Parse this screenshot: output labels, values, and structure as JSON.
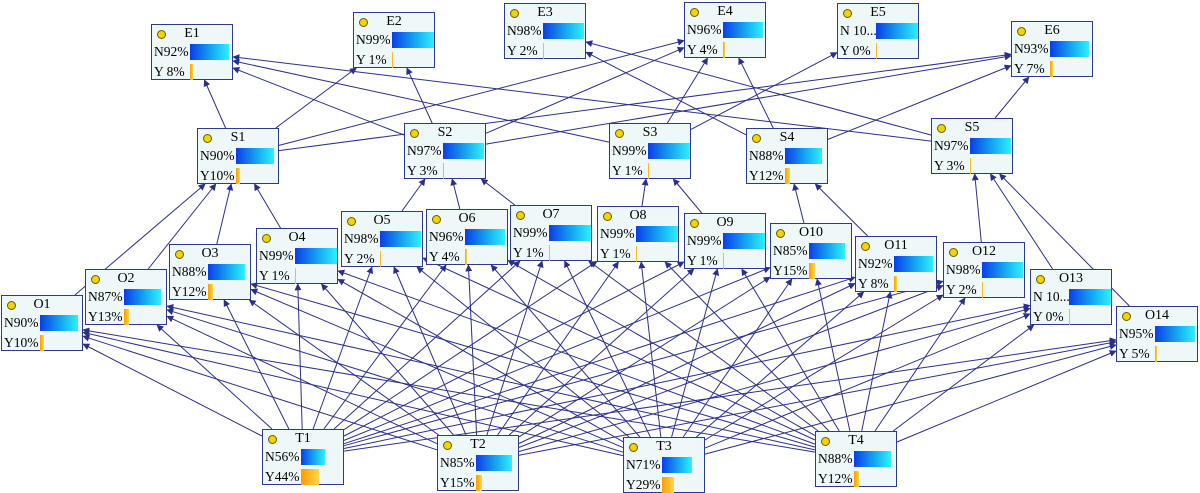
{
  "nodes": [
    {
      "id": "E1",
      "n_label": "N92%",
      "y_label": "Y  8%",
      "n": 0.92,
      "y": 0.08
    },
    {
      "id": "E2",
      "n_label": "N99%",
      "y_label": "Y  1%",
      "n": 0.99,
      "y": 0.01
    },
    {
      "id": "E3",
      "n_label": "N98%",
      "y_label": "Y  2%",
      "n": 0.98,
      "y": 0.02
    },
    {
      "id": "E4",
      "n_label": "N96%",
      "y_label": "Y  4%",
      "n": 0.96,
      "y": 0.04
    },
    {
      "id": "E5",
      "n_label": "N 10...",
      "y_label": "Y  0%",
      "n": 1.0,
      "y": 0.0
    },
    {
      "id": "E6",
      "n_label": "N93%",
      "y_label": "Y  7%",
      "n": 0.93,
      "y": 0.07
    },
    {
      "id": "S1",
      "n_label": "N90%",
      "y_label": "Y10%",
      "n": 0.9,
      "y": 0.1
    },
    {
      "id": "S2",
      "n_label": "N97%",
      "y_label": "Y  3%",
      "n": 0.97,
      "y": 0.03
    },
    {
      "id": "S3",
      "n_label": "N99%",
      "y_label": "Y  1%",
      "n": 0.99,
      "y": 0.01
    },
    {
      "id": "S4",
      "n_label": "N88%",
      "y_label": "Y12%",
      "n": 0.88,
      "y": 0.12
    },
    {
      "id": "S5",
      "n_label": "N97%",
      "y_label": "Y  3%",
      "n": 0.97,
      "y": 0.03
    },
    {
      "id": "O1",
      "n_label": "N90%",
      "y_label": "Y10%",
      "n": 0.9,
      "y": 0.1
    },
    {
      "id": "O2",
      "n_label": "N87%",
      "y_label": "Y13%",
      "n": 0.87,
      "y": 0.13
    },
    {
      "id": "O3",
      "n_label": "N88%",
      "y_label": "Y12%",
      "n": 0.88,
      "y": 0.12
    },
    {
      "id": "O4",
      "n_label": "N99%",
      "y_label": "Y  1%",
      "n": 0.99,
      "y": 0.01
    },
    {
      "id": "O5",
      "n_label": "N98%",
      "y_label": "Y  2%",
      "n": 0.98,
      "y": 0.02
    },
    {
      "id": "O6",
      "n_label": "N96%",
      "y_label": "Y  4%",
      "n": 0.96,
      "y": 0.04
    },
    {
      "id": "O7",
      "n_label": "N99%",
      "y_label": "Y  1%",
      "n": 0.99,
      "y": 0.01
    },
    {
      "id": "O8",
      "n_label": "N99%",
      "y_label": "Y  1%",
      "n": 0.99,
      "y": 0.01
    },
    {
      "id": "O9",
      "n_label": "N99%",
      "y_label": "Y  1%",
      "n": 0.99,
      "y": 0.01
    },
    {
      "id": "O10",
      "n_label": "N85%",
      "y_label": "Y15%",
      "n": 0.85,
      "y": 0.15
    },
    {
      "id": "O11",
      "n_label": "N92%",
      "y_label": "Y  8%",
      "n": 0.92,
      "y": 0.08
    },
    {
      "id": "O12",
      "n_label": "N98%",
      "y_label": "Y  2%",
      "n": 0.98,
      "y": 0.02
    },
    {
      "id": "O13",
      "n_label": "N 10...",
      "y_label": "Y  0%",
      "n": 1.0,
      "y": 0.0
    },
    {
      "id": "O14",
      "n_label": "N95%",
      "y_label": "Y  5%",
      "n": 0.95,
      "y": 0.05
    },
    {
      "id": "T1",
      "n_label": "N56%",
      "y_label": "Y44%",
      "n": 0.56,
      "y": 0.44
    },
    {
      "id": "T2",
      "n_label": "N85%",
      "y_label": "Y15%",
      "n": 0.85,
      "y": 0.15
    },
    {
      "id": "T3",
      "n_label": "N71%",
      "y_label": "Y29%",
      "n": 0.71,
      "y": 0.29
    },
    {
      "id": "T4",
      "n_label": "N88%",
      "y_label": "Y12%",
      "n": 0.88,
      "y": 0.12
    }
  ],
  "edges": [
    [
      "S1",
      "E1"
    ],
    [
      "S1",
      "E2"
    ],
    [
      "S1",
      "E4"
    ],
    [
      "S1",
      "E6"
    ],
    [
      "S2",
      "E1"
    ],
    [
      "S2",
      "E2"
    ],
    [
      "S2",
      "E4"
    ],
    [
      "S2",
      "E6"
    ],
    [
      "S3",
      "E1"
    ],
    [
      "S3",
      "E4"
    ],
    [
      "S3",
      "E5"
    ],
    [
      "S4",
      "E3"
    ],
    [
      "S4",
      "E4"
    ],
    [
      "S4",
      "E6"
    ],
    [
      "S5",
      "E1"
    ],
    [
      "S5",
      "E3"
    ],
    [
      "S5",
      "E6"
    ],
    [
      "O1",
      "S1"
    ],
    [
      "O2",
      "S1"
    ],
    [
      "O3",
      "S1"
    ],
    [
      "O4",
      "S1"
    ],
    [
      "O5",
      "S2"
    ],
    [
      "O6",
      "S2"
    ],
    [
      "O7",
      "S2"
    ],
    [
      "O8",
      "S3"
    ],
    [
      "O9",
      "S3"
    ],
    [
      "O10",
      "S4"
    ],
    [
      "O11",
      "S4"
    ],
    [
      "O12",
      "S5"
    ],
    [
      "O13",
      "S5"
    ],
    [
      "O14",
      "S5"
    ],
    [
      "T1",
      "O1"
    ],
    [
      "T1",
      "O2"
    ],
    [
      "T1",
      "O3"
    ],
    [
      "T1",
      "O4"
    ],
    [
      "T1",
      "O5"
    ],
    [
      "T1",
      "O6"
    ],
    [
      "T1",
      "O7"
    ],
    [
      "T1",
      "O8"
    ],
    [
      "T1",
      "O9"
    ],
    [
      "T1",
      "O10"
    ],
    [
      "T1",
      "O11"
    ],
    [
      "T1",
      "O12"
    ],
    [
      "T1",
      "O13"
    ],
    [
      "T1",
      "O14"
    ],
    [
      "T2",
      "O1"
    ],
    [
      "T2",
      "O2"
    ],
    [
      "T2",
      "O3"
    ],
    [
      "T2",
      "O4"
    ],
    [
      "T2",
      "O5"
    ],
    [
      "T2",
      "O6"
    ],
    [
      "T2",
      "O7"
    ],
    [
      "T2",
      "O8"
    ],
    [
      "T2",
      "O9"
    ],
    [
      "T2",
      "O10"
    ],
    [
      "T2",
      "O11"
    ],
    [
      "T2",
      "O12"
    ],
    [
      "T2",
      "O13"
    ],
    [
      "T2",
      "O14"
    ],
    [
      "T3",
      "O1"
    ],
    [
      "T3",
      "O2"
    ],
    [
      "T3",
      "O3"
    ],
    [
      "T3",
      "O4"
    ],
    [
      "T3",
      "O5"
    ],
    [
      "T3",
      "O6"
    ],
    [
      "T3",
      "O7"
    ],
    [
      "T3",
      "O8"
    ],
    [
      "T3",
      "O9"
    ],
    [
      "T3",
      "O10"
    ],
    [
      "T3",
      "O11"
    ],
    [
      "T3",
      "O12"
    ],
    [
      "T3",
      "O13"
    ],
    [
      "T3",
      "O14"
    ],
    [
      "T4",
      "O1"
    ],
    [
      "T4",
      "O2"
    ],
    [
      "T4",
      "O3"
    ],
    [
      "T4",
      "O4"
    ],
    [
      "T4",
      "O5"
    ],
    [
      "T4",
      "O6"
    ],
    [
      "T4",
      "O7"
    ],
    [
      "T4",
      "O8"
    ],
    [
      "T4",
      "O9"
    ],
    [
      "T4",
      "O10"
    ],
    [
      "T4",
      "O11"
    ],
    [
      "T4",
      "O12"
    ],
    [
      "T4",
      "O13"
    ],
    [
      "T4",
      "O14"
    ]
  ],
  "colors": {
    "edge": "#2b2f8a",
    "node_border": "#2b3a8c",
    "node_fill": "#eef8f8"
  }
}
